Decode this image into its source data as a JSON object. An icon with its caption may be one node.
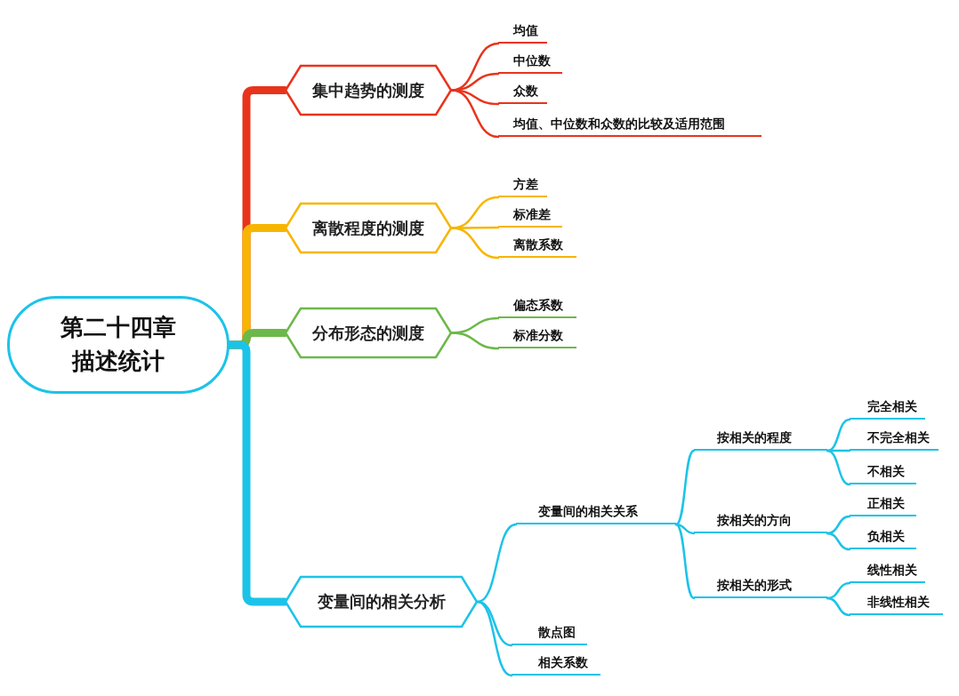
{
  "diagram": {
    "nodes": [
      {
        "text": [
          "第二十四章描述统计"
        ]
      },
      {
        "text": [
          "集中趋势的测度"
        ]
      },
      {
        "text": [
          "均值"
        ]
      },
      {
        "text": [
          "中位数"
        ]
      },
      {
        "text": [
          "众数"
        ]
      },
      {
        "text": [
          "均值、中位数和众数的比较及适用范围"
        ]
      },
      {
        "text": [
          "离散程度的测度"
        ]
      },
      {
        "text": [
          "方差"
        ]
      },
      {
        "text": [
          "标准差"
        ]
      },
      {
        "text": [
          "离散系数"
        ]
      },
      {
        "text": [
          "分布形态的测度"
        ]
      },
      {
        "text": [
          "偏态系数"
        ]
      },
      {
        "text": [
          "标准分数"
        ]
      },
      {
        "text": [
          "变量间的相关分析"
        ]
      },
      {
        "text": [
          "变量间的相关关系"
        ]
      },
      {
        "text": [
          "按相关的程度"
        ]
      },
      {
        "text": [
          "完全相关"
        ]
      },
      {
        "text": [
          "不完全相关"
        ]
      },
      {
        "text": [
          "不相关"
        ]
      },
      {
        "text": [
          "按相关的方向"
        ]
      },
      {
        "text": [
          "正相关"
        ]
      },
      {
        "text": [
          "负相关"
        ]
      },
      {
        "text": [
          "按相关的形式"
        ]
      },
      {
        "text": [
          "线性相关"
        ]
      },
      {
        "text": [
          "非线性相关"
        ]
      },
      {
        "text": [
          "散点图"
        ]
      },
      {
        "text": [
          "相关系数"
        ]
      }
    ],
    "edges": [
      {
        "from": 0,
        "to": 1,
        "arrow": "none",
        "style": "thick",
        "color": "#e8341c"
      },
      {
        "from": 0,
        "to": 6,
        "arrow": "none",
        "style": "thick",
        "color": "#f7b500"
      },
      {
        "from": 0,
        "to": 10,
        "arrow": "none",
        "style": "thick",
        "color": "#6cb84a"
      },
      {
        "from": 0,
        "to": 13,
        "arrow": "none",
        "style": "thick"
      },
      {
        "from": 1,
        "to": 2,
        "arrow": "none",
        "color": "#e8341c"
      },
      {
        "from": 1,
        "to": 3,
        "arrow": "none",
        "color": "#e8341c"
      },
      {
        "from": 1,
        "to": 4,
        "arrow": "none",
        "color": "#e8341c"
      },
      {
        "from": 1,
        "to": 5,
        "arrow": "none",
        "color": "#e8341c"
      },
      {
        "from": 6,
        "to": 7,
        "arrow": "none",
        "color": "#f7b500"
      },
      {
        "from": 6,
        "to": 8,
        "arrow": "none",
        "color": "#f7b500"
      },
      {
        "from": 6,
        "to": 9,
        "arrow": "none",
        "color": "#f7b500"
      },
      {
        "from": 10,
        "to": 11,
        "arrow": "none",
        "color": "#6cb84a"
      },
      {
        "from": 10,
        "to": 12,
        "arrow": "none",
        "color": "#6cb84a"
      },
      {
        "from": 13,
        "to": 14,
        "arrow": "none"
      },
      {
        "from": 13,
        "to": 25,
        "arrow": "none"
      },
      {
        "from": 13,
        "to": 26,
        "arrow": "none"
      },
      {
        "from": 14,
        "to": 15,
        "arrow": "none"
      },
      {
        "from": 14,
        "to": 19,
        "arrow": "none"
      },
      {
        "from": 14,
        "to": 22,
        "arrow": "none"
      },
      {
        "from": 15,
        "to": 16,
        "arrow": "none"
      },
      {
        "from": 15,
        "to": 17,
        "arrow": "none"
      },
      {
        "from": 15,
        "to": 18,
        "arrow": "none"
      },
      {
        "from": 19,
        "to": 20,
        "arrow": "none"
      },
      {
        "from": 19,
        "to": 21,
        "arrow": "none"
      },
      {
        "from": 22,
        "to": 23,
        "arrow": "none"
      },
      {
        "from": 22,
        "to": 24,
        "arrow": "none"
      }
    ]
  }
}
